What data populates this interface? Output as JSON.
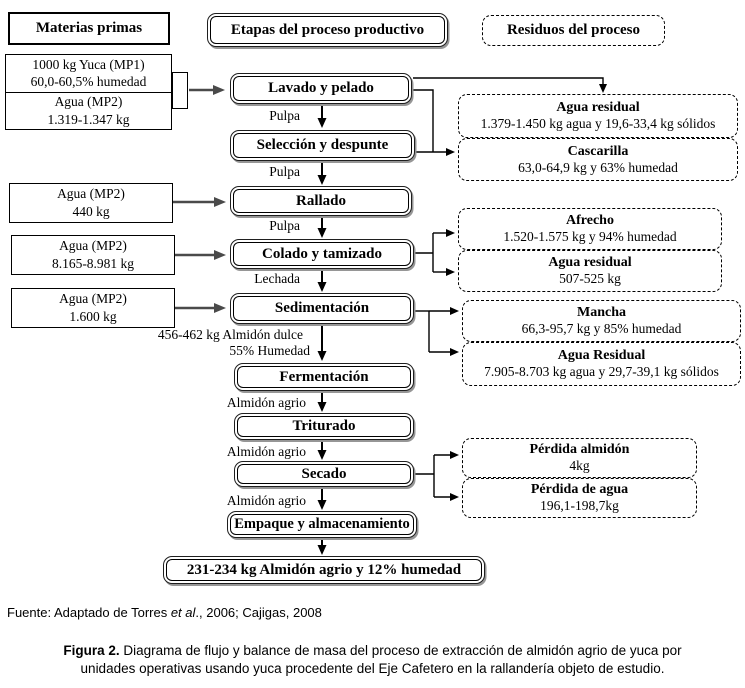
{
  "header": {
    "materials": "Materias primas",
    "stages": "Etapas del proceso productivo",
    "residues": "Residuos del proceso"
  },
  "materials": [
    {
      "line1": "1000 kg Yuca (MP1)",
      "line2": "60,0-60,5% humedad"
    },
    {
      "line1": "Agua (MP2)",
      "line2": "1.319-1.347 kg"
    },
    {
      "line1": "Agua (MP2)",
      "line2": "440 kg"
    },
    {
      "line1": "Agua (MP2)",
      "line2": "8.165-8.981 kg"
    },
    {
      "line1": "Agua (MP2)",
      "line2": "1.600 kg"
    }
  ],
  "stages": [
    {
      "label": "Lavado y pelado"
    },
    {
      "label": "Selección y despunte"
    },
    {
      "label": "Rallado"
    },
    {
      "label": "Colado y tamizado"
    },
    {
      "label": "Sedimentación"
    },
    {
      "label": "Fermentación"
    },
    {
      "label": "Triturado"
    },
    {
      "label": "Secado"
    },
    {
      "label": "Empaque y almacenamiento"
    }
  ],
  "flow_labels": {
    "pulpa1": "Pulpa",
    "pulpa2": "Pulpa",
    "pulpa3": "Pulpa",
    "lechada": "Lechada",
    "almidon_dulce_line1": "456-462 kg Almidón dulce",
    "almidon_dulce_line2": "55% Humedad",
    "agrio1": "Almidón agrio",
    "agrio2": "Almidón agrio",
    "agrio3": "Almidón agrio"
  },
  "residues": [
    {
      "title": "Agua residual",
      "value": "1.379-1.450 kg agua y 19,6-33,4 kg sólidos"
    },
    {
      "title": "Cascarilla",
      "value": "63,0-64,9 kg y 63% humedad"
    },
    {
      "title": "Afrecho",
      "value": "1.520-1.575 kg y 94% humedad"
    },
    {
      "title": "Agua residual",
      "value": "507-525 kg"
    },
    {
      "title": "Mancha",
      "value": "66,3-95,7 kg y 85% humedad"
    },
    {
      "title": "Agua Residual",
      "value": "7.905-8.703 kg agua y 29,7-39,1 kg sólidos"
    },
    {
      "title": "Pérdida almidón",
      "value": "4kg"
    },
    {
      "title": "Pérdida de agua",
      "value": "196,1-198,7kg"
    }
  ],
  "final_output": "231-234 kg Almidón agrio y 12% humedad",
  "caption": {
    "fuente_pre": "Fuente: Adaptado de Torres ",
    "fuente_em": "et al",
    "fuente_post": "., 2006; Cajigas, 2008",
    "figura_bold": "Figura 2.",
    "figura_rest": " Diagrama de flujo y balance de masa del proceso de extracción de almidón agrio de yuca por",
    "figura_line2": "unidades operativas usando yuca procedente del Eje Cafetero en la rallandería objeto de estudio."
  }
}
